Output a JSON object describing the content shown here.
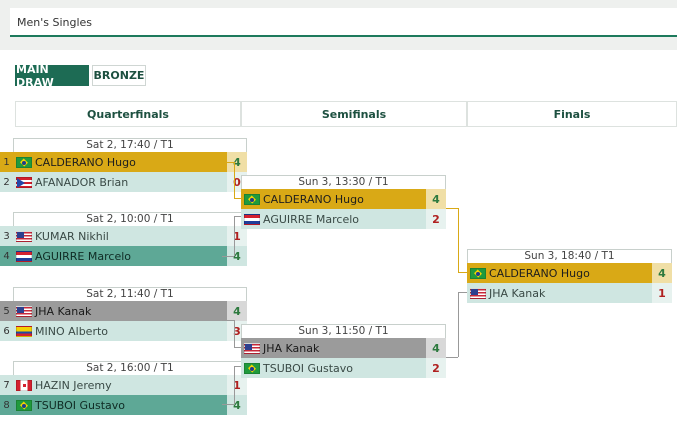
{
  "event": {
    "title": "Men's Singles"
  },
  "tabs": [
    {
      "label": "MAIN DRAW",
      "active": true
    },
    {
      "label": "BRONZE",
      "active": false
    }
  ],
  "rounds": [
    "Quarterfinals",
    "Semifinals",
    "Finals"
  ],
  "colors": {
    "winner": "#d9a916",
    "accent": "#1d6b54",
    "win_score": "#2d7a3e",
    "lose_score": "#b02020"
  },
  "quarterfinals": [
    {
      "header": "Sat 2, 17:40 / T1",
      "players": [
        {
          "seed": "1",
          "flag": "bra",
          "name": "CALDERANO Hugo",
          "score": "4"
        },
        {
          "seed": "2",
          "flag": "pur",
          "name": "AFANADOR Brian",
          "score": "0"
        }
      ]
    },
    {
      "header": "Sat 2, 10:00 / T1",
      "players": [
        {
          "seed": "3",
          "flag": "usa",
          "name": "KUMAR Nikhil",
          "score": "1"
        },
        {
          "seed": "4",
          "flag": "par",
          "name": "AGUIRRE Marcelo",
          "score": "4"
        }
      ]
    },
    {
      "header": "Sat 2, 11:40 / T1",
      "players": [
        {
          "seed": "5",
          "flag": "usa",
          "name": "JHA Kanak",
          "score": "4"
        },
        {
          "seed": "6",
          "flag": "ecu",
          "name": "MINO Alberto",
          "score": "3"
        }
      ]
    },
    {
      "header": "Sat 2, 16:00 / T1",
      "players": [
        {
          "seed": "7",
          "flag": "can",
          "name": "HAZIN Jeremy",
          "score": "1"
        },
        {
          "seed": "8",
          "flag": "bra",
          "name": "TSUBOI Gustavo",
          "score": "4"
        }
      ]
    }
  ],
  "semifinals": [
    {
      "header": "Sun 3, 13:30 / T1",
      "players": [
        {
          "flag": "bra",
          "name": "CALDERANO Hugo",
          "score": "4"
        },
        {
          "flag": "par",
          "name": "AGUIRRE Marcelo",
          "score": "2"
        }
      ]
    },
    {
      "header": "Sun 3, 11:50 / T1",
      "players": [
        {
          "flag": "usa",
          "name": "JHA Kanak",
          "score": "4"
        },
        {
          "flag": "bra",
          "name": "TSUBOI Gustavo",
          "score": "2"
        }
      ]
    }
  ],
  "finals": [
    {
      "header": "Sun 3, 18:40 / T1",
      "players": [
        {
          "flag": "bra",
          "name": "CALDERANO Hugo",
          "score": "4"
        },
        {
          "flag": "usa",
          "name": "JHA Kanak",
          "score": "1"
        }
      ]
    }
  ]
}
